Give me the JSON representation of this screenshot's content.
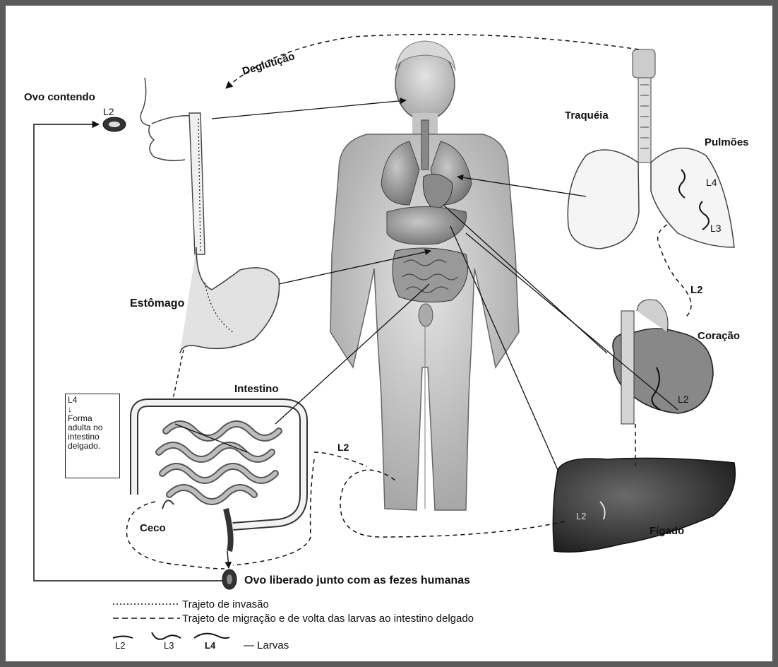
{
  "labels": {
    "ovo_contendo": "Ovo contendo",
    "l2_ovo": "L2",
    "degluticao": "Deglutição",
    "traqueia": "Traquéia",
    "pulmoes": "Pulmões",
    "l4_pulmao": "L4",
    "l3_pulmao": "L3",
    "l2_migracao": "L2",
    "coracao": "Coração",
    "l2_coracao": "L2",
    "estomago": "Estômago",
    "intestino": "Intestino",
    "ceco": "Ceco",
    "l2_intestino": "L2",
    "figado": "Fígado",
    "l2_figado": "L2",
    "ovo_liberado": "Ovo liberado junto com as fezes humanas"
  },
  "note_box": {
    "line1": "L4",
    "arrow": "↓",
    "line2": "Forma",
    "line3": "adulta no",
    "line4": "intestino",
    "line5": "delgado."
  },
  "legend": {
    "invasion": "Trajeto de invasão",
    "migration": "Trajeto de migração e de volta das larvas ao intestino delgado",
    "larva_l2": "L2",
    "larva_l3": "L3",
    "larva_l4": "L4",
    "larvas": "— Larvas"
  }
}
